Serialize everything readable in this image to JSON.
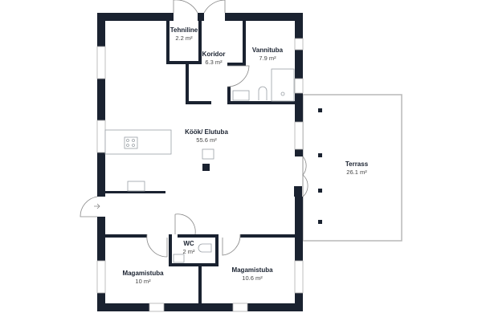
{
  "colors": {
    "wall": "#1a2230",
    "fixture": "#9aa0a6",
    "terrace": "#b8b8b8"
  },
  "rooms": [
    {
      "name": "Tehniline",
      "area": "2.2 m²"
    },
    {
      "name": "Koridor",
      "area": "6.3 m²"
    },
    {
      "name": "Vannituba",
      "area": "7.9 m²"
    },
    {
      "name": "Köök/ Elutuba",
      "area": "55.6 m²"
    },
    {
      "name": "Terrass",
      "area": "26.1 m²"
    },
    {
      "name": "WC",
      "area": "2 m²"
    },
    {
      "name": "Magamistuba",
      "area": "10 m²"
    },
    {
      "name": "Magamistuba",
      "area": "10.6 m²"
    }
  ],
  "entrance_icon": "arrow-right-icon"
}
